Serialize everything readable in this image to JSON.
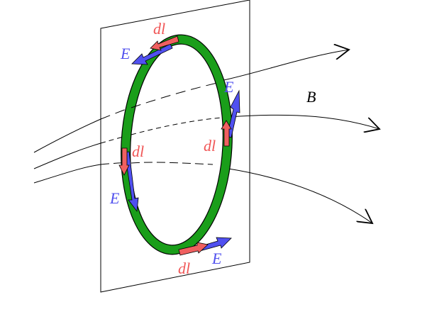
{
  "labels": {
    "dl_top": "dl",
    "dl_right": "dl",
    "dl_left": "dl",
    "dl_bottom": "dl",
    "e_top": "E",
    "e_right": "E",
    "e_left": "E",
    "e_bottom": "E",
    "b_field": "B"
  },
  "colors": {
    "ring": "#1a9e1a",
    "dl_arrow": "#f06060",
    "e_arrow": "#5050f0"
  }
}
